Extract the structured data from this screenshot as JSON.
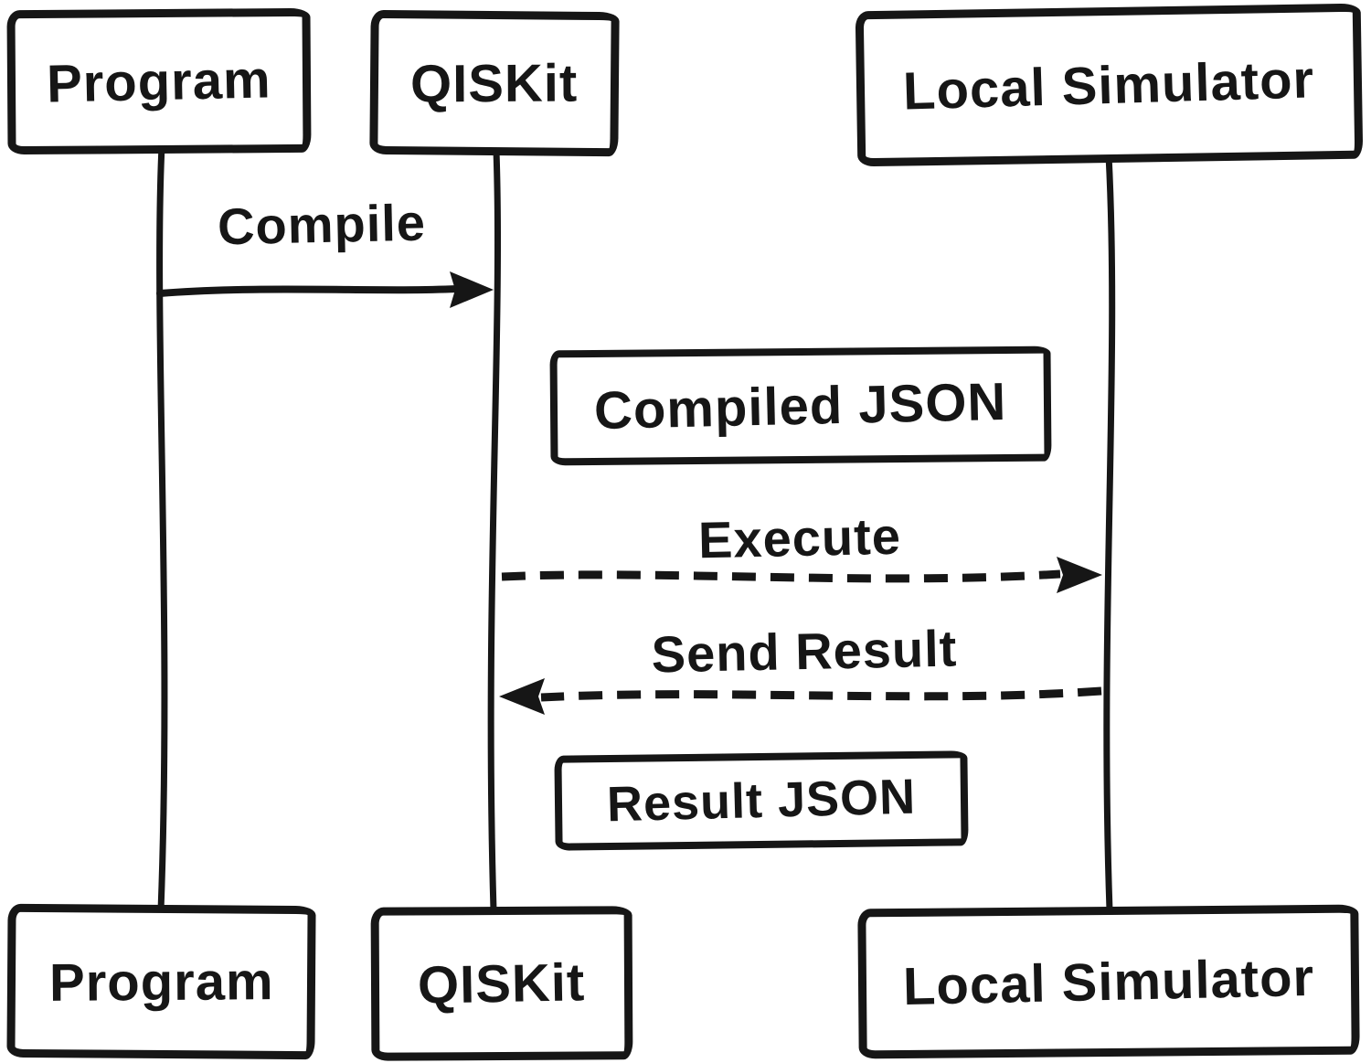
{
  "diagram": {
    "type": "sequence-diagram",
    "style": "hand-drawn-sketch",
    "background_color": "#ffffff",
    "ink_color": "#161616",
    "actors": [
      {
        "id": "program",
        "label": "Program"
      },
      {
        "id": "qiskit",
        "label": "QISKit"
      },
      {
        "id": "local-simulator",
        "label": "Local Simulator"
      }
    ],
    "messages": [
      {
        "id": "compile",
        "label": "Compile",
        "from": "program",
        "to": "qiskit",
        "line_style": "solid"
      },
      {
        "id": "execute",
        "label": "Execute",
        "from": "qiskit",
        "to": "local-simulator",
        "line_style": "dashed"
      },
      {
        "id": "send-result",
        "label": "Send Result",
        "from": "local-simulator",
        "to": "qiskit",
        "line_style": "dashed"
      }
    ],
    "notes": [
      {
        "id": "compiled-json",
        "label": "Compiled JSON"
      },
      {
        "id": "result-json",
        "label": "Result JSON"
      }
    ]
  }
}
